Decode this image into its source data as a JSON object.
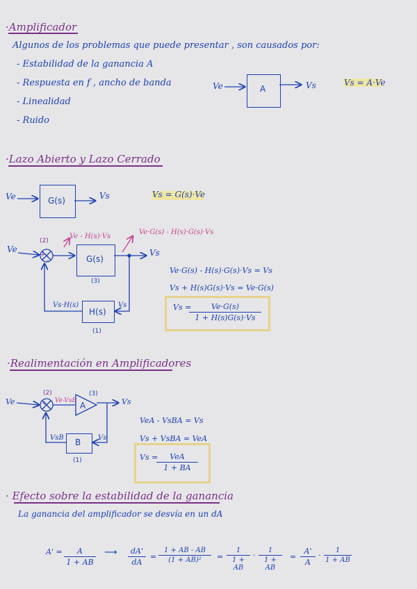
{
  "section1": {
    "title": "·Amplificador",
    "intro": "Algunos de los problemas que puede presentar , son causados por:",
    "items": [
      "- Estabilidad de la ganancia A",
      "- Respuesta en f , ancho de banda",
      "- Linealidad",
      "- Ruido"
    ],
    "diagram": {
      "input": "Ve",
      "block": "A",
      "output": "Vs"
    },
    "equation": "Vs = A·Ve"
  },
  "section2": {
    "title": "·Lazo Abierto y Lazo Cerrado",
    "open_loop": {
      "input": "Ve",
      "block": "G(s)",
      "output": "Vs",
      "equation": "Vs = G(s)·Ve"
    },
    "closed_loop": {
      "input": "Ve",
      "output": "Vs",
      "forward_block": "G(s)",
      "feedback_block": "H(s)",
      "sum_plus": "+",
      "sum_minus": "-",
      "label_2": "(2)",
      "label_3": "(3)",
      "label_1": "(1)",
      "error_signal": "Ve - H(s)·Vs",
      "output_expr": "Ve·G(s) - H(s)·G(s)·Vs",
      "feedback_signal": "Vs·H(s)",
      "feedback_in": "Vs",
      "eq1": "Ve·G(s) - H(s)·G(s)·Vs = Vs",
      "eq2": "Vs + H(s)G(s)·Vs = Ve·G(s)",
      "result_lhs": "Vs =",
      "result_num": "Ve·G(s)",
      "result_den": "1 + H(s)G(s)·Vs"
    }
  },
  "section3": {
    "title": "·Realimentación en Amplificadores",
    "input": "Ve",
    "output": "Vs",
    "amp": "A",
    "feedback_block": "B",
    "label_2": "(2)",
    "label_3": "(3)",
    "label_1": "(1)",
    "sum_plus": "+",
    "sum_minus": "-",
    "error_signal": "Ve-VsB",
    "feedback_signal": "VsB",
    "feedback_in": "Vs",
    "eq1": "VeA - VsBA = Vs",
    "eq2": "Vs + VsBA = VeA",
    "result_lhs": "Vs =",
    "result_num": "VeA",
    "result_den": "1 + BA"
  },
  "section4": {
    "title": "· Efecto sobre la estabilidad de la ganancia",
    "text": "La ganancia del amplificador se desvía en un dA",
    "f1_lhs": "A' =",
    "f1_num": "A",
    "f1_den": "1 + AB",
    "arrow": "⟶",
    "f2_num": "dA'",
    "f2_den": "dA",
    "eq": "=",
    "f3_num": "1 + AB - AB",
    "f3_den": "(1 + AB)²",
    "f4_num": "1",
    "f4_den": "1 + AB",
    "dot": "·",
    "f5_num": "1",
    "f5_den": "1 + AB",
    "f6_num": "A'",
    "f6_den": "A",
    "f7_num": "1",
    "f7_den": "1 + AB"
  }
}
